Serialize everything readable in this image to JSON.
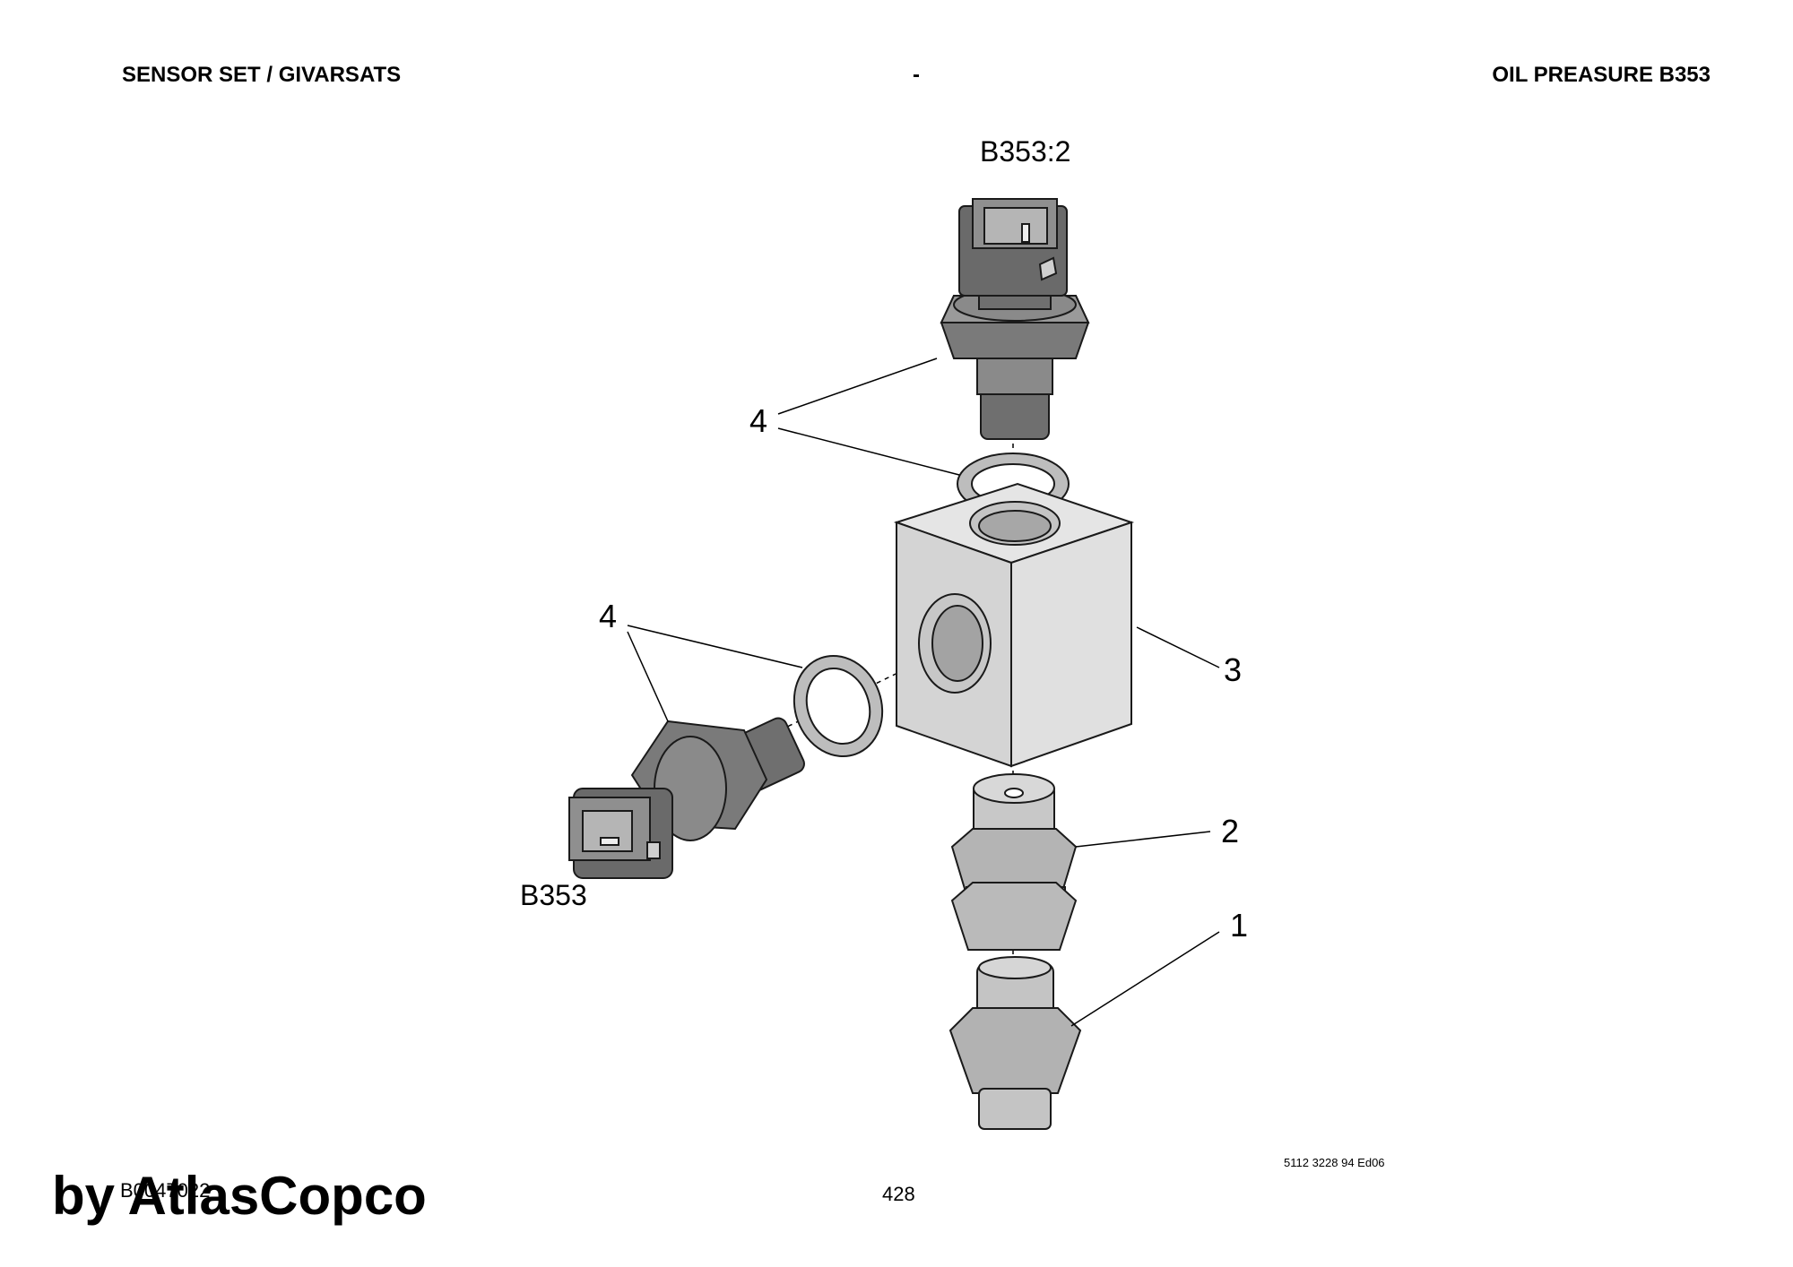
{
  "header": {
    "left_title": "SENSOR SET / GIVARSATS",
    "center": "-",
    "right_title": "OIL PREASURE B353"
  },
  "callouts": {
    "sensor_top_label": "B353:2",
    "sensor_side_label": "B353",
    "item_4_top": "4",
    "item_4_side": "4",
    "item_3": "3",
    "item_2": "2",
    "item_1": "1"
  },
  "footer": {
    "doc_number": "5112 3228 94 Ed06",
    "drawing_id": "B0047022",
    "page_number": "428",
    "watermark": "by AtlasCopco"
  },
  "colors": {
    "part_dark": "#6f6f6f",
    "part_mid": "#9a9a9a",
    "part_light": "#c9c9c9",
    "block_face": "#d9d9d9",
    "outline": "#1a1a1a"
  }
}
